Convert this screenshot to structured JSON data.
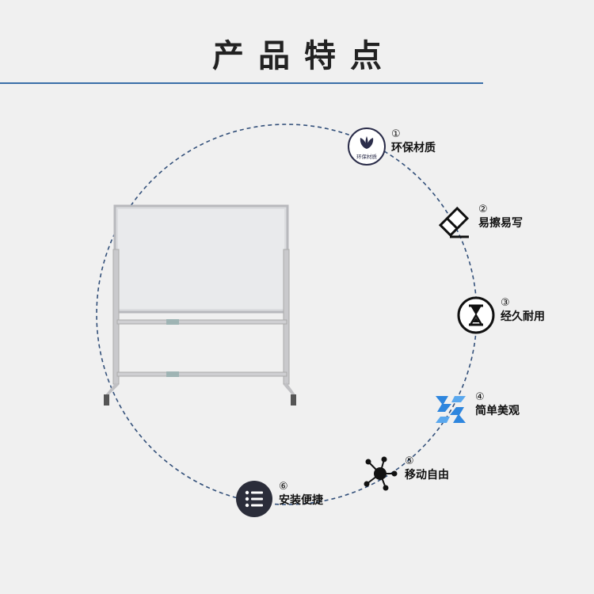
{
  "header": {
    "title": "产品特点"
  },
  "features": [
    {
      "num": "①",
      "label": "环保材质",
      "icon": "leaf-badge-icon",
      "badge_text": "环保材质"
    },
    {
      "num": "②",
      "label": "易擦易写",
      "icon": "eraser-icon"
    },
    {
      "num": "③",
      "label": "经久耐用",
      "icon": "hourglass-icon"
    },
    {
      "num": "④",
      "label": "简单美观",
      "icon": "puzzle-logo-icon"
    },
    {
      "num": "⑤",
      "label": "移动自由",
      "icon": "network-nodes-icon"
    },
    {
      "num": "⑥",
      "label": "安装便捷",
      "icon": "list-menu-icon"
    }
  ],
  "colors": {
    "accent": "#3a6ea8",
    "dark": "#2b2d3a",
    "puzzle_blue": "#2e86de",
    "background": "#f0f0f0"
  }
}
